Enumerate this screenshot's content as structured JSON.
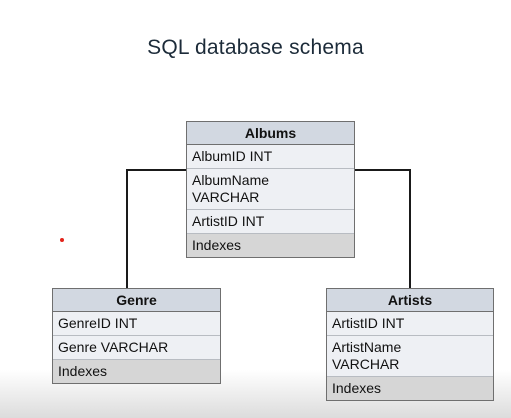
{
  "title": "SQL database schema",
  "colors": {
    "header_bg": "#d2d8e1",
    "row_bg": "#eef0f4",
    "indexes_bg": "#d6d6d6",
    "border": "#6f6f6f",
    "connector": "#1a1a1a",
    "marker": "#e3241b"
  },
  "tables": {
    "albums": {
      "name": "Albums",
      "fields": [
        "AlbumID INT",
        "AlbumName\nVARCHAR",
        "ArtistID INT"
      ],
      "indexes": "Indexes"
    },
    "genre": {
      "name": "Genre",
      "fields": [
        "GenreID INT",
        "Genre VARCHAR"
      ],
      "indexes": "Indexes"
    },
    "artists": {
      "name": "Artists",
      "fields": [
        "ArtistID INT",
        "ArtistName\nVARCHAR"
      ],
      "indexes": "Indexes"
    }
  }
}
